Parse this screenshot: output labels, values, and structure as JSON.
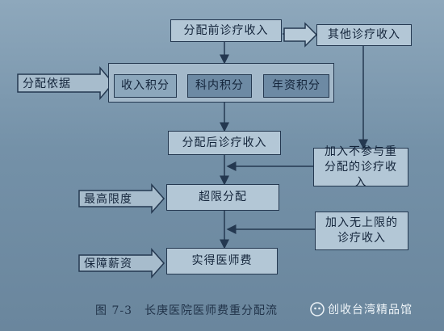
{
  "diagram": {
    "pre_income": "分配前诊疗收入",
    "other_income": "其他诊疗收入",
    "basis": "分配依据",
    "income_points": "收入积分",
    "dept_points": "科内积分",
    "seniority_points": "年资积分",
    "post_income": "分配后诊疗收入",
    "add_nonshared": "加入不参与重分配的诊疗收入",
    "max_limit": "最高限度",
    "over_limit": "超限分配",
    "add_unlimited": "加入无上限的诊疗收入",
    "salary_guarantee": "保障薪资",
    "actual_fee": "实得医师费"
  },
  "caption": "图 7-3　长庚医院医师费重分配流",
  "watermark": "创收台湾精品馆",
  "colors": {
    "background": "#7491a8",
    "box_light": "#b3c7d6",
    "box_dark": "#6d8aa4",
    "line": "#243850"
  }
}
